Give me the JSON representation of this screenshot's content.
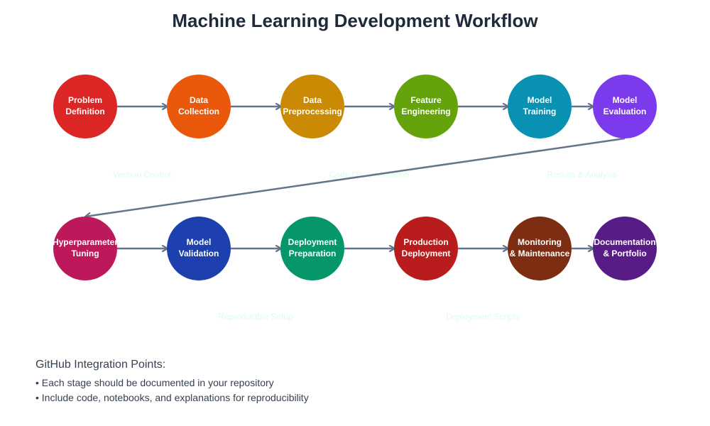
{
  "title": "Machine Learning Development Workflow",
  "colors": {
    "arrow": "#64748b",
    "ghost_text": "#dcfce7",
    "title": "#1e293b",
    "body_text": "#374151"
  },
  "stages": [
    {
      "line1": "Problem",
      "line2": "Definition",
      "color": "#dc2626"
    },
    {
      "line1": "Data",
      "line2": "Collection",
      "color": "#ea580c"
    },
    {
      "line1": "Data",
      "line2": "Preprocessing",
      "color": "#ca8a04"
    },
    {
      "line1": "Feature",
      "line2": "Engineering",
      "color": "#65a30d"
    },
    {
      "line1": "Model",
      "line2": "Training",
      "color": "#0891b2"
    },
    {
      "line1": "Model",
      "line2": "Evaluation",
      "color": "#7c3aed"
    },
    {
      "line1": "Hyperparameter",
      "line2": "Tuning",
      "color": "#be185d"
    },
    {
      "line1": "Model",
      "line2": "Validation",
      "color": "#1e40af"
    },
    {
      "line1": "Deployment",
      "line2": "Preparation",
      "color": "#059669"
    },
    {
      "line1": "Production",
      "line2": "Deployment",
      "color": "#b91c1c"
    },
    {
      "line1": "Monitoring",
      "line2": "& Maintenance",
      "color": "#7c2d12"
    },
    {
      "line1": "Documentation",
      "line2": "& Portfolio",
      "color": "#581c87"
    }
  ],
  "integration_labels": [
    "Version Control",
    "Code Documentation",
    "Results & Analysis",
    "Reproducible Setup",
    "Deployment Scripts"
  ],
  "github": {
    "heading": "GitHub Integration Points:",
    "points": [
      "• Each stage should be documented in your repository",
      "• Include code, notebooks, and explanations for reproducibility"
    ]
  }
}
